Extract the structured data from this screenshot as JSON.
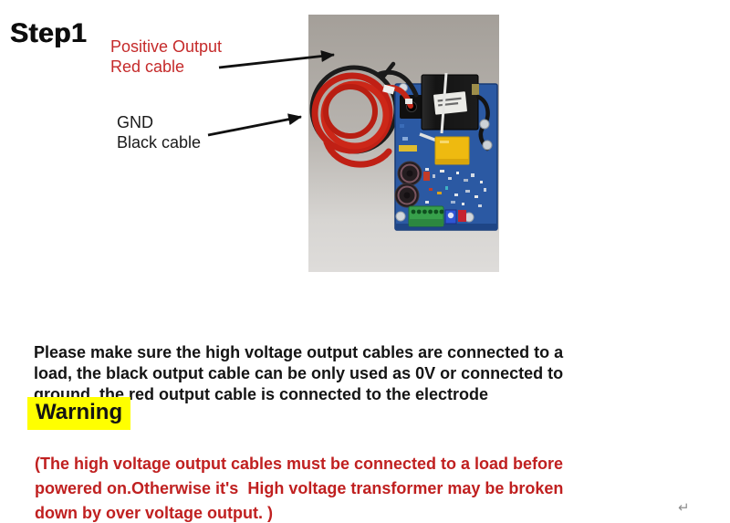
{
  "slide": {
    "title": "Step1",
    "annotations": {
      "positive": {
        "line1": "Positive Output",
        "line2": "Red cable"
      },
      "gnd": {
        "line1": "GND",
        "line2": "Black cable"
      }
    },
    "instruction": "Please make sure the high voltage output cables are connected to a\nload, the black output cable can be only used as 0V or connected to\nground, the red output cable is connected to the electrode",
    "warning": {
      "heading": "Warning",
      "text": "(The high voltage output cables must be connected to a load before\npowered on.Otherwise it's  High voltage transformer may be broken\ndown by over voltage output. )"
    },
    "return_mark": "↵",
    "colors": {
      "label_red": "#c52a2a",
      "warning_red": "#c02020",
      "highlight_yellow": "#ffff00",
      "text_black": "#141414",
      "pcb_blue": "#2b59a3",
      "cable_red": "#c22718",
      "photo_background_gray": "#b7b3ae"
    }
  }
}
